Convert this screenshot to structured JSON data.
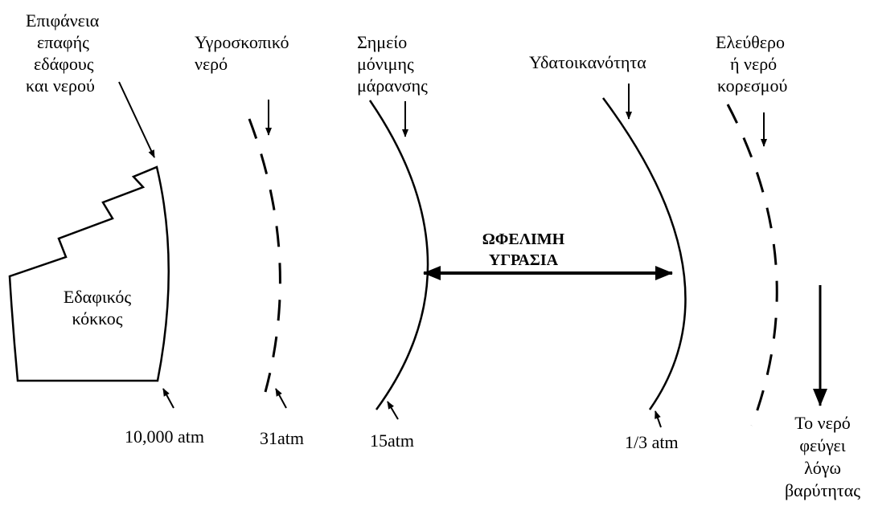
{
  "labels": {
    "surface": [
      "Επιφάνεια",
      "επαφής",
      "εδάφους",
      "και νερού"
    ],
    "hygroscopic": [
      "Υγροσκοπικό",
      "νερό"
    ],
    "wilting": [
      "Σημείο",
      "μόνιμης",
      "μάρανσης"
    ],
    "capacity": "Υδατοικανότητα",
    "free_water": [
      "Ελεύθερο",
      "ή νερό",
      "κορεσμού"
    ],
    "soil_particle": [
      "Εδαφικός",
      "κόκκος"
    ],
    "useful_moisture": [
      "ΩΦΕΛΙΜΗ",
      "ΥΓΡΑΣΙΑ"
    ],
    "gravity": [
      "Το νερό",
      "φεύγει",
      "λόγω",
      "βαρύτητας"
    ]
  },
  "pressures": {
    "p1": "10,000 atm",
    "p2": "31atm",
    "p3": "15atm",
    "p4": "1/3 atm"
  },
  "colors": {
    "ink": "#000000",
    "background": "#ffffff"
  }
}
